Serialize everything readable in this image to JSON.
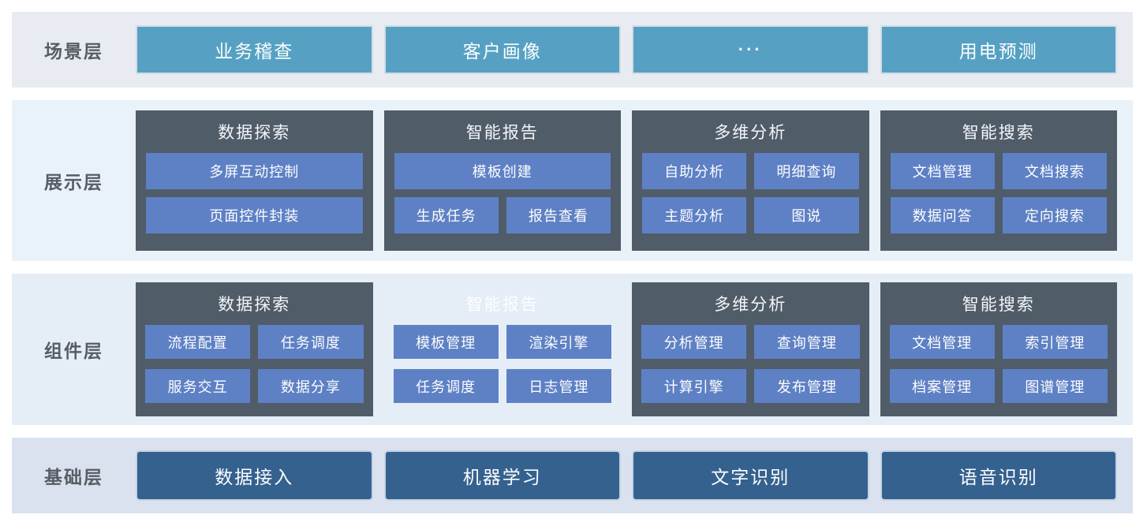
{
  "colors": {
    "scene_button": "#56a1c3",
    "panel_dark": "#515c69",
    "item_blue": "#5e81c5",
    "base_button": "#35618f",
    "band_scene_bg": "#e8ebf1",
    "band_display_bg": "#eaf2f9",
    "band_component_bg": "#e5eef7",
    "band_base_bg": "#d9e2ee",
    "label_text": "#565d64",
    "button_text": "#ffffff"
  },
  "layers": [
    {
      "label": "场景层",
      "items": [
        "业务稽查",
        "客户画像",
        "···",
        "用电预测"
      ]
    },
    {
      "label": "展示层",
      "groups": [
        {
          "title": "数据探索",
          "rows": [
            [
              "多屏互动控制"
            ],
            [
              "页面控件封装"
            ]
          ]
        },
        {
          "title": "智能报告",
          "rows": [
            [
              "模板创建"
            ],
            [
              "生成任务",
              "报告查看"
            ]
          ]
        },
        {
          "title": "多维分析",
          "rows": [
            [
              "自助分析",
              "明细查询"
            ],
            [
              "主题分析",
              "图说"
            ]
          ]
        },
        {
          "title": "智能搜索",
          "rows": [
            [
              "文档管理",
              "文档搜索"
            ],
            [
              "数据问答",
              "定向搜索"
            ]
          ]
        }
      ]
    },
    {
      "label": "组件层",
      "groups": [
        {
          "title": "数据探索",
          "rows": [
            [
              "流程配置",
              "任务调度"
            ],
            [
              "服务交互",
              "数据分享"
            ]
          ]
        },
        {
          "title": "智能报告",
          "rows": [
            [
              "模板管理",
              "渲染引擎"
            ],
            [
              "任务调度",
              "日志管理"
            ]
          ]
        },
        {
          "title": "多维分析",
          "rows": [
            [
              "分析管理",
              "查询管理"
            ],
            [
              "计算引擎",
              "发布管理"
            ]
          ]
        },
        {
          "title": "智能搜索",
          "rows": [
            [
              "文档管理",
              "索引管理"
            ],
            [
              "档案管理",
              "图谱管理"
            ]
          ]
        }
      ]
    },
    {
      "label": "基础层",
      "items": [
        "数据接入",
        "机器学习",
        "文字识别",
        "语音识别"
      ]
    }
  ]
}
